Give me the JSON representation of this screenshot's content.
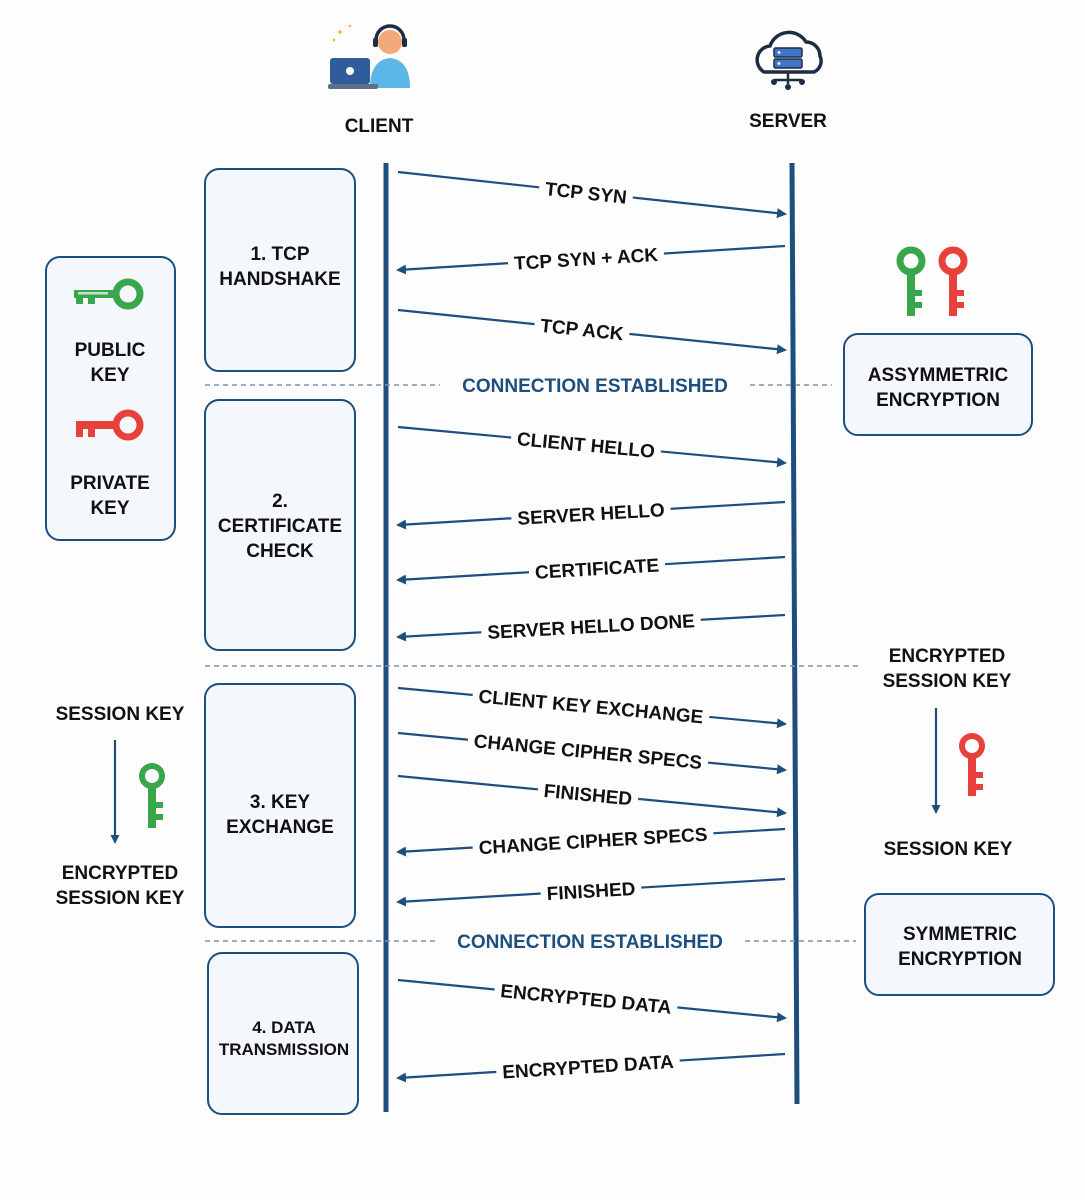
{
  "actors": {
    "client": {
      "label": "CLIENT",
      "icon": "person-laptop-icon"
    },
    "server": {
      "label": "SERVER",
      "icon": "cloud-server-icon"
    }
  },
  "phases": [
    {
      "label": "1. TCP\nHANDSHAKE"
    },
    {
      "label": "2.\nCERTIFICATE\nCHECK"
    },
    {
      "label": "3. KEY\nEXCHANGE"
    },
    {
      "label": "4. DATA\nTRANSMISSION"
    }
  ],
  "messages": [
    {
      "text": "TCP SYN",
      "direction": "client-to-server"
    },
    {
      "text": "TCP SYN + ACK",
      "direction": "server-to-client"
    },
    {
      "text": "TCP ACK",
      "direction": "client-to-server"
    },
    {
      "text": "CLIENT HELLO",
      "direction": "client-to-server"
    },
    {
      "text": "SERVER HELLO",
      "direction": "server-to-client"
    },
    {
      "text": "CERTIFICATE",
      "direction": "server-to-client"
    },
    {
      "text": "SERVER HELLO DONE",
      "direction": "server-to-client"
    },
    {
      "text": "CLIENT KEY EXCHANGE",
      "direction": "client-to-server"
    },
    {
      "text": "CHANGE CIPHER SPECS",
      "direction": "client-to-server"
    },
    {
      "text": "FINISHED",
      "direction": "client-to-server"
    },
    {
      "text": "CHANGE CIPHER SPECS",
      "direction": "server-to-client"
    },
    {
      "text": "FINISHED",
      "direction": "server-to-client"
    },
    {
      "text": "ENCRYPTED DATA",
      "direction": "client-to-server"
    },
    {
      "text": "ENCRYPTED DATA",
      "direction": "server-to-client"
    }
  ],
  "dividers": [
    {
      "text": "CONNECTION ESTABLISHED"
    },
    {
      "text": ""
    },
    {
      "text": "CONNECTION ESTABLISHED"
    }
  ],
  "legend": {
    "public_key": "PUBLIC\nKEY",
    "private_key": "PRIVATE\nKEY"
  },
  "left_flow": {
    "top": "SESSION KEY",
    "bottom": "ENCRYPTED\nSESSION KEY"
  },
  "right_flow": {
    "top": "ENCRYPTED\nSESSION KEY",
    "bottom": "SESSION KEY"
  },
  "asymmetric_box": "ASSYMMETRIC\nENCRYPTION",
  "symmetric_box": "SYMMETRIC\nENCRYPTION",
  "colors": {
    "line": "#1d4e7e",
    "divider_text": "#1d4e7e",
    "box_fill": "#f4f8fc",
    "public_key": "#3aa64b",
    "private_key": "#e8403b"
  }
}
